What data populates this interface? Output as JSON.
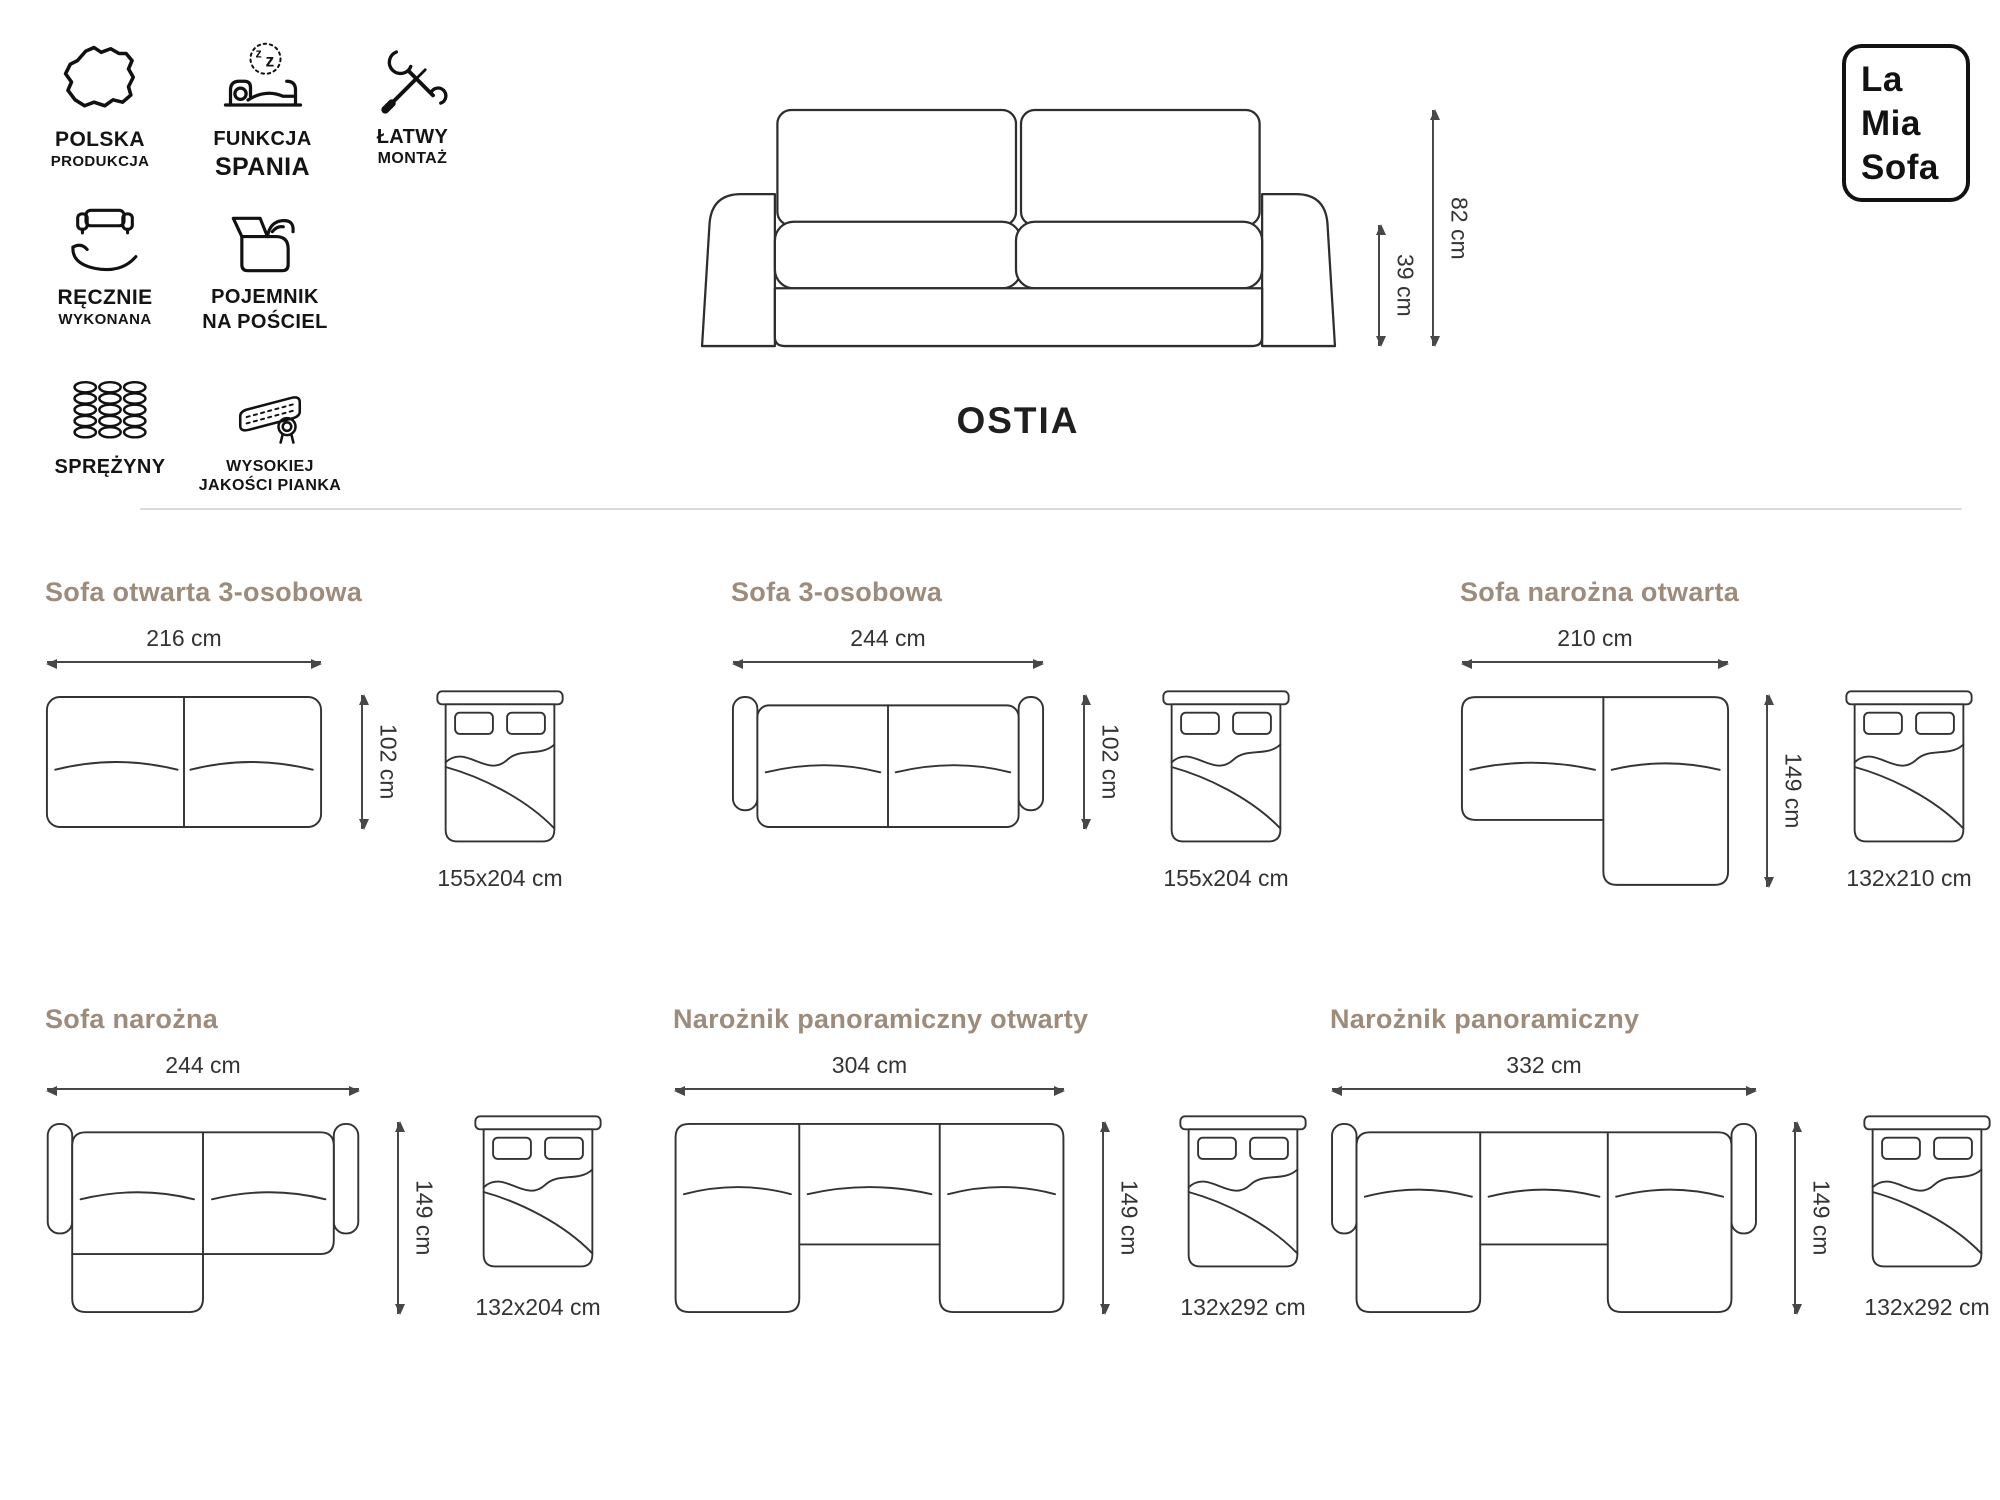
{
  "brand": {
    "lines": [
      "La",
      "Mia",
      "Sofa"
    ]
  },
  "product": {
    "name": "OSTIA",
    "height": "82 cm",
    "seat_height": "39 cm"
  },
  "features": [
    {
      "label": "POLSKA",
      "sublabel": "PRODUKCJA"
    },
    {
      "label": "FUNKCJA",
      "sublabel": "SPANIA"
    },
    {
      "label": "ŁATWY",
      "sublabel": "MONTAŻ"
    },
    {
      "label": "RĘCZNIE",
      "sublabel": "WYKONANA"
    },
    {
      "label": "POJEMNIK",
      "sublabel": "NA POŚCIEL"
    },
    {
      "label": "SPRĘŻYNY",
      "sublabel": ""
    },
    {
      "label": "WYSOKIEJ",
      "sublabel": "JAKOŚCI PIANKA"
    }
  ],
  "configurations": [
    {
      "title": "Sofa otwarta 3-osobowa",
      "width": "216 cm",
      "depth": "102 cm",
      "bed_size": "155x204 cm"
    },
    {
      "title": "Sofa 3-osobowa",
      "width": "244 cm",
      "depth": "102 cm",
      "bed_size": "155x204 cm"
    },
    {
      "title": "Sofa narożna otwarta",
      "width": "210 cm",
      "depth": "149 cm",
      "bed_size": "132x210 cm"
    },
    {
      "title": "Sofa narożna",
      "width": "244 cm",
      "depth": "149 cm",
      "bed_size": "132x204 cm"
    },
    {
      "title": "Narożnik panoramiczny otwarty",
      "width": "304 cm",
      "depth": "149 cm",
      "bed_size": "132x292 cm"
    },
    {
      "title": "Narożnik panoramiczny",
      "width": "332 cm",
      "depth": "149 cm",
      "bed_size": "132x292 cm"
    }
  ]
}
